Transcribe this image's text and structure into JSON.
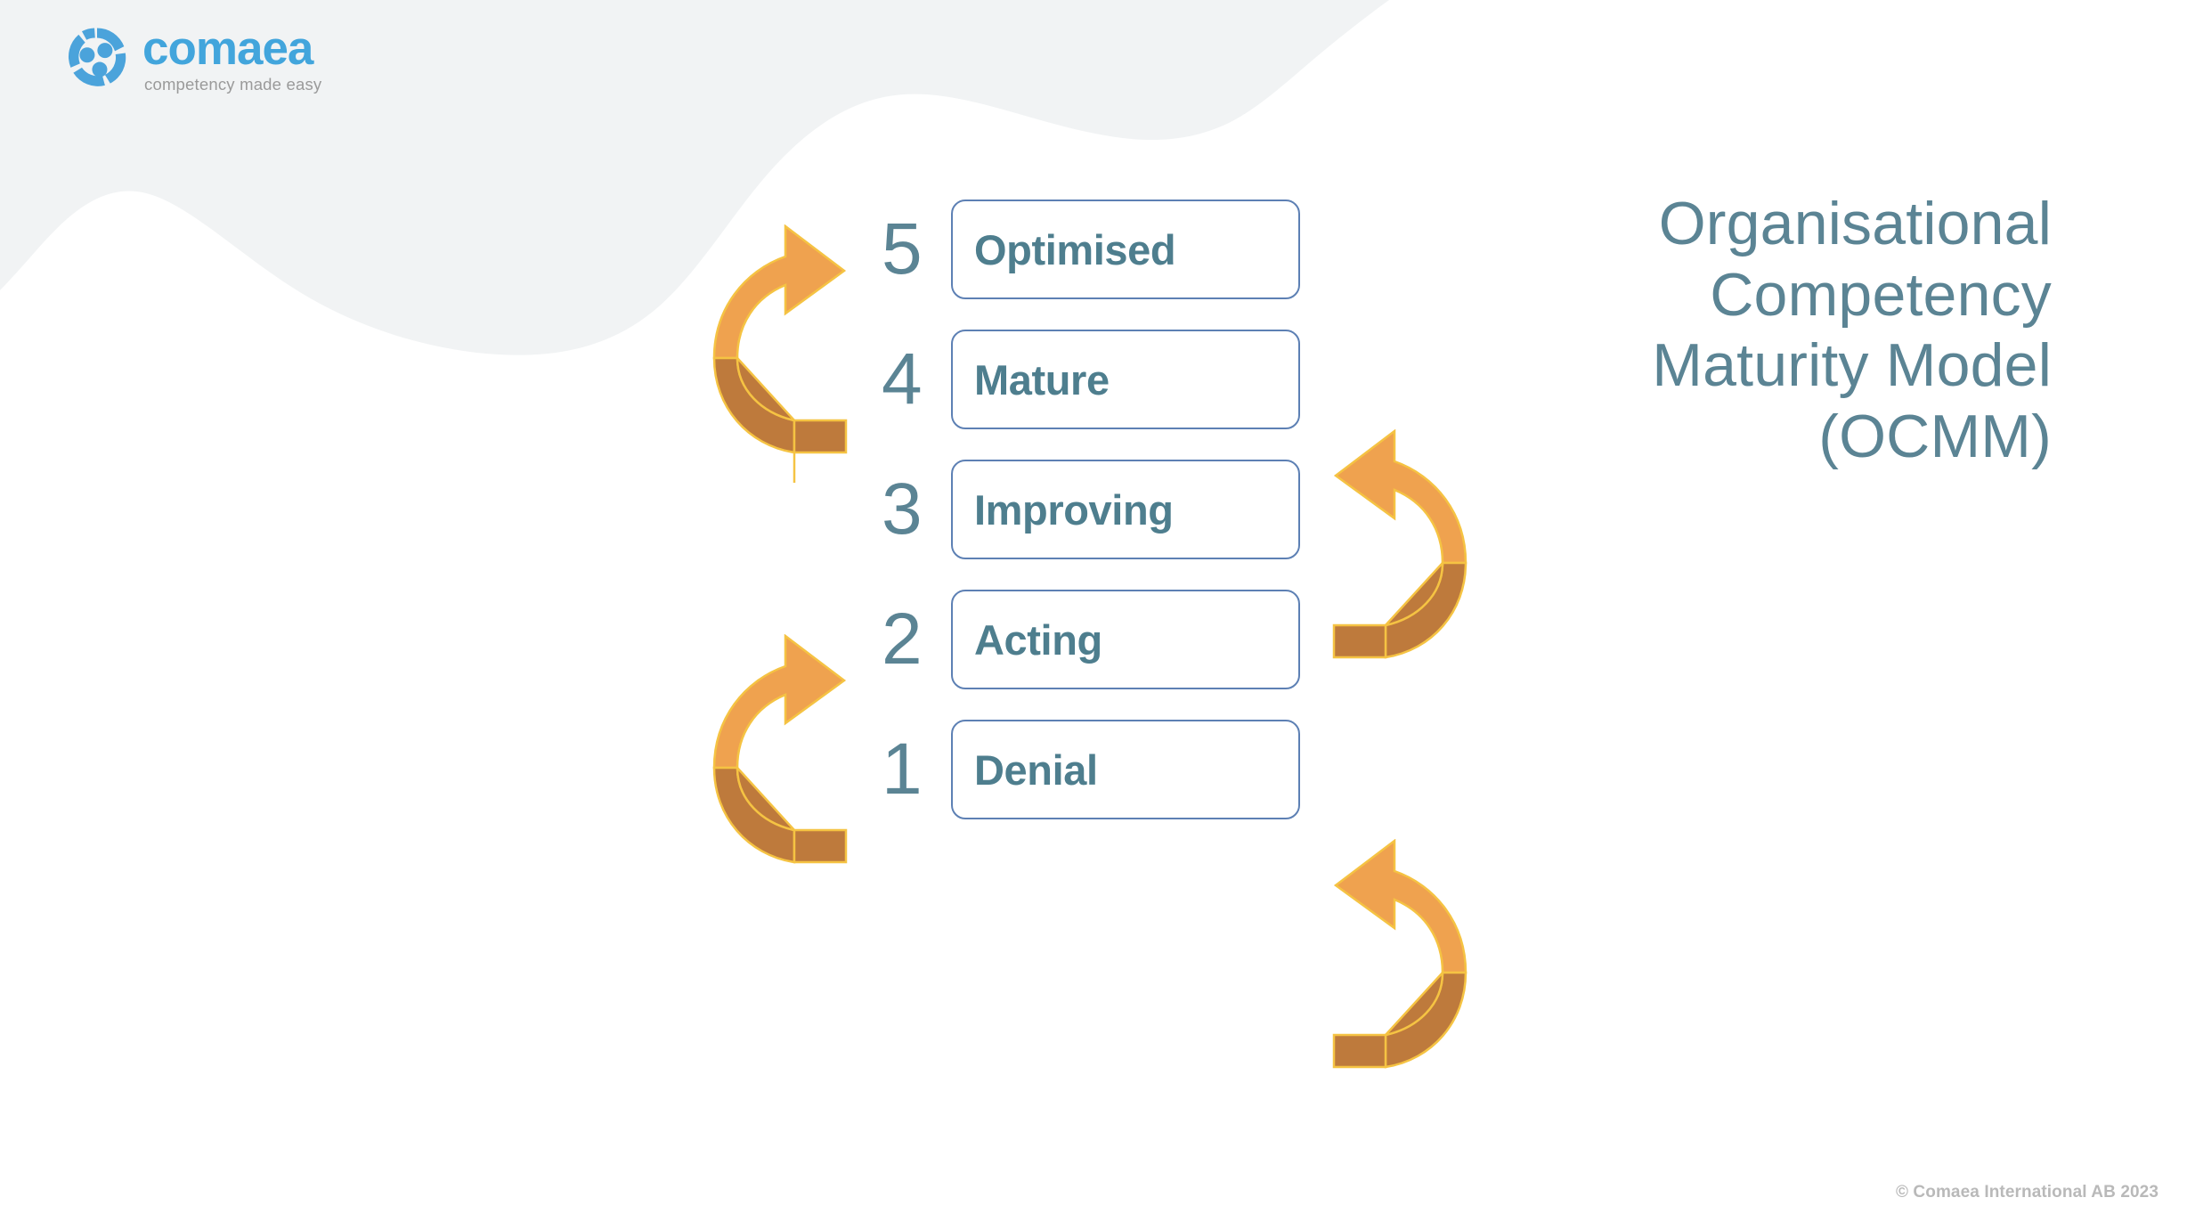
{
  "brand": {
    "logo_icon": "comaea-circle-logo-icon",
    "name": "comaea",
    "tagline": "competency made easy"
  },
  "title": {
    "line1": "Organisational",
    "line2": "Competency",
    "line3": "Maturity Model",
    "line4": "(OCMM)"
  },
  "stages": [
    {
      "number": "5",
      "label": "Optimised"
    },
    {
      "number": "4",
      "label": "Mature"
    },
    {
      "number": "3",
      "label": "Improving"
    },
    {
      "number": "2",
      "label": "Acting"
    },
    {
      "number": "1",
      "label": "Denial"
    }
  ],
  "arrows": [
    {
      "name": "arrow-up-left-optimised",
      "direction": "up-right",
      "side": "left"
    },
    {
      "name": "arrow-down-right-mature",
      "direction": "down-left",
      "side": "right"
    },
    {
      "name": "arrow-up-left-improving",
      "direction": "up-right",
      "side": "left"
    },
    {
      "name": "arrow-down-right-acting",
      "direction": "down-left",
      "side": "right"
    }
  ],
  "footer": {
    "copyright": "© Comaea International AB 2023"
  },
  "colors": {
    "background": "#ffffff",
    "blob": "#F1F3F4",
    "brand_blue": "#42A5DC",
    "title_teal": "#5B8494",
    "label_teal": "#4E7E8E",
    "box_border": "#5D80B4",
    "arrow_light": "#EFA24F",
    "arrow_dark": "#BE7A3C",
    "arrow_rim": "#F5C343",
    "footer_gray": "#b9b9b9"
  }
}
